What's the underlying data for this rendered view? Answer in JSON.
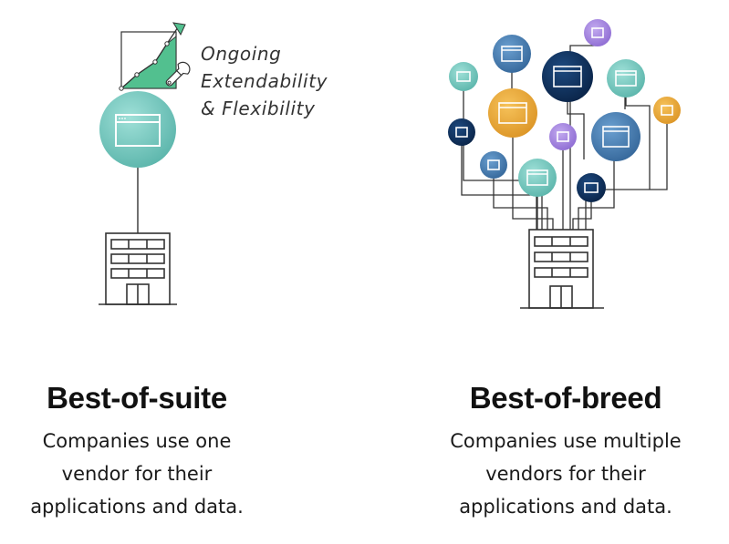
{
  "annotation": {
    "lines": [
      "Ongoing",
      "Extendability",
      "& Flexibility"
    ]
  },
  "suite": {
    "title": "Best-of-suite",
    "description_lines": [
      "Companies use one",
      "vendor for their",
      "applications and data."
    ]
  },
  "breed": {
    "title": "Best-of-breed",
    "description_lines": [
      "Companies use multiple",
      "vendors for their",
      "applications and data."
    ]
  },
  "colors": {
    "teal": "#7fcdc4",
    "steel_blue": "#4a7fb5",
    "navy": "#0f2f5a",
    "orange": "#e9a83b",
    "lavender": "#a98be0",
    "line": "#333333",
    "green": "#52c08f"
  },
  "icons": [
    "app-window-icon",
    "office-building-icon",
    "growth-chart-icon",
    "wrench-icon"
  ]
}
